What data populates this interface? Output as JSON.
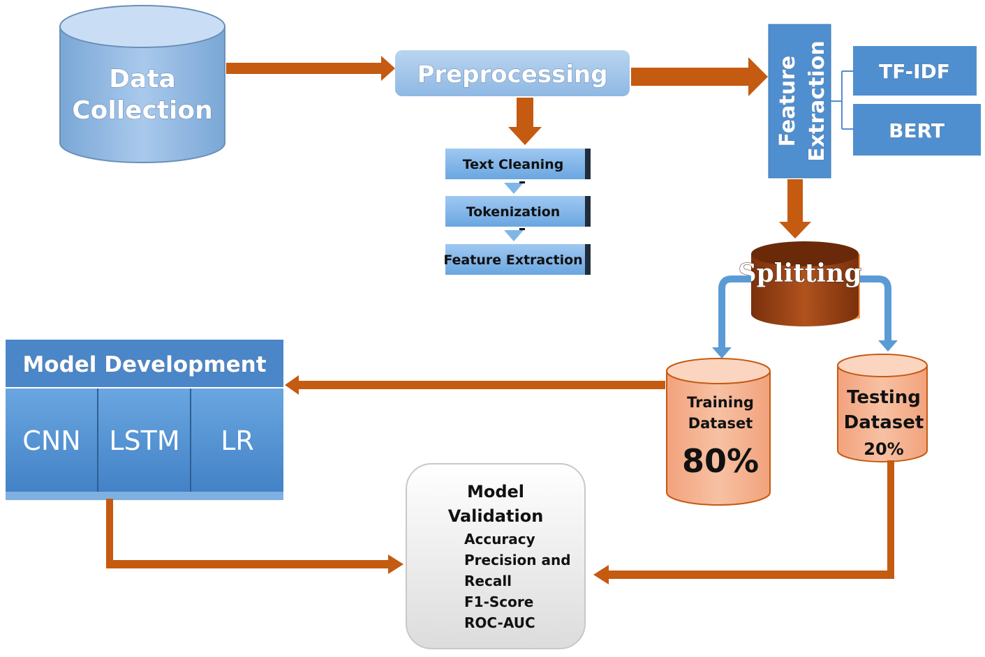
{
  "data_collection": {
    "line1": "Data",
    "line2": "Collection"
  },
  "preprocessing": {
    "label": "Preprocessing"
  },
  "preprocessing_steps": [
    "Text Cleaning",
    "Tokenization",
    "Feature Extraction"
  ],
  "feature_extraction": {
    "line1": "Feature",
    "line2": "Extraction"
  },
  "feature_methods": [
    "TF-IDF",
    "BERT"
  ],
  "splitting": {
    "label": "Splitting"
  },
  "training": {
    "line1": "Training",
    "line2": "Dataset",
    "percent": "80%"
  },
  "testing": {
    "line1": "Testing",
    "line2": "Dataset",
    "percent": "20%"
  },
  "model_development": {
    "title": "Model Development",
    "models": [
      "CNN",
      "LSTM",
      "LR"
    ]
  },
  "model_validation": {
    "title_line1": "Model",
    "title_line2": "Validation",
    "metrics": [
      "Accuracy",
      "Precision and",
      "Recall",
      "F1-Score",
      "ROC-AUC"
    ]
  },
  "colors": {
    "arrow_orange": "#c55a11",
    "blue_box": "#5b9bd5",
    "light_blue": "#9dc3e6",
    "salmon": "#f4b183",
    "splitting_brown": "#8b3a0e"
  }
}
